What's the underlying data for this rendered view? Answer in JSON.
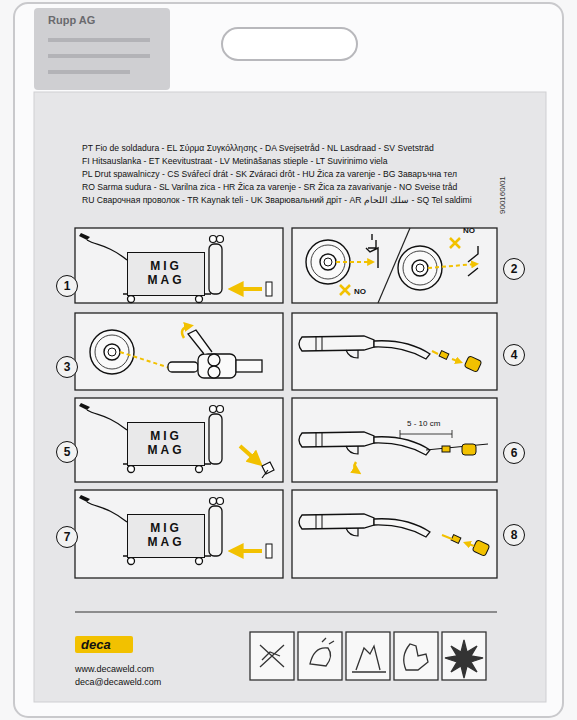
{
  "diagram": {
    "nodes": [
      {
        "text": [
          "1"
        ]
      },
      {
        "text": [
          "MIG MAG"
        ]
      },
      {
        "text": [
          "2"
        ]
      },
      {
        "text": [
          "3"
        ]
      },
      {
        "text": [
          "4"
        ]
      },
      {
        "text": [
          "5"
        ]
      },
      {
        "text": [
          "MIG MAG"
        ]
      },
      {
        "text": [
          "6"
        ]
      },
      {
        "text": [
          "7"
        ]
      },
      {
        "text": [
          "MIG MAG"
        ]
      },
      {
        "text": [
          "8"
        ]
      }
    ],
    "labels": [
      "Rupp AG",
      "900160/01",
      "PT Fio de soldadura - EL Σύρμα Συγκόλλησης - DA Svejsetråd - NL Lasdraad - SV Svetsträd",
      "FI Hitsauslanka - ET Keevitustraat - LV Metināšanas stieple - LT Suvirinimo viela",
      "PL Drut spawalniczy - CS Svářecí drát - SK Zváraci drôt - HU Žica za varenje - BG Заваръчна тел",
      "RO Sarma sudura - SL Varilna zica - HR Žica za varenje - SR Žica za zavarivanje - NO Sveise tråd",
      "RU Сварочная проволок - TR Kaynak teli - UK Зварювальний дріт - AR سلك اللحام - SQ Tel saldimi",
      "NO",
      "NO",
      "5 - 10 cm",
      "deca",
      "www.decaweld.com",
      "deca@decaweld.com"
    ]
  }
}
